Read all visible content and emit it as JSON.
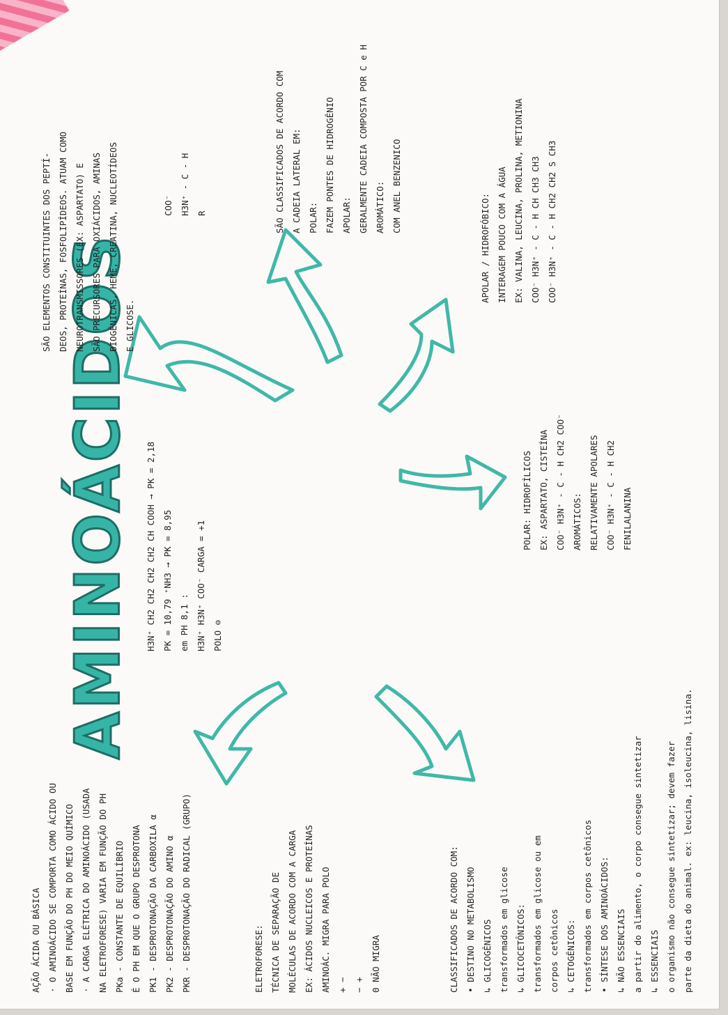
{
  "title": "AMINOÁCIDOS",
  "definition": [
    "SÃO ELEMENTOS CONSTITUINTES DOS PEPTÍ-",
    "DEOS, PROTEÍNAS, FOSFOLIPÍDEOS. ATUAM COMO",
    "NEUROTRANSMISSORES (EX: ASPARTATO) E",
    "SÃO PRECURSORES PARA OXIÁCIDOS, AMINAS",
    "BIOGÊNICAS, HEME, CREATINA, NUCLEOTÍDEOS",
    "E GLICOSE."
  ],
  "formula_general": [
    "COO⁻",
    "H3N⁺ - C - H",
    "R"
  ],
  "classification": [
    "SÃO CLASSIFICADOS DE ACORDO COM",
    "A CADEIA LATERAL EM:",
    "POLAR:",
    "FAZEM PONTES DE HIDROGÊNIO",
    "APOLAR:",
    "GERALMENTE CADEIA COMPOSTA POR C e H",
    "AROMÁTICO:",
    "COM ANEL BENZENICO"
  ],
  "apolar": [
    "APOLAR / HIDROFÓBICO:",
    "INTERAGEM POUCO COM A ÁGUA",
    "EX: VALINA, LEUCINA, PROLINA, METIONINA",
    "COO⁻   H3N⁺ - C - H   CH   CH3   CH3",
    "COO⁻   H3N⁺ - C - H   CH2   CH2   S   CH3",
    ""
  ],
  "polar": [
    "POLAR: HIDROFÍLICOS",
    "EX: ASPARTATO, CISTEÍNA",
    "COO⁻  H3N⁺ - C - H  CH2  COO⁻",
    "AROMÁTICOS:",
    "RELATIVAMENTE APOLARES",
    "COO⁻  H3N⁺ - C - H  CH2",
    "FENILALANINA",
    ""
  ],
  "pk_example": [
    "H3N⁺ CH2 CH2 CH2 CH2 CH COOH   → PK = 2,18",
    "PK = 10,79      ⁺NH3   → PK = 8,95",
    "em PH 8,1 :",
    "H3N⁺  H3N⁺  COO⁻  CARGA = +1",
    "POLO ⊖",
    ""
  ],
  "acid_base": [
    "AÇÃO ÁCIDA OU BÁSICA",
    "· O AMINOÁCIDO SE COMPORTA COMO ÁCIDO OU",
    "BASE EM FUNÇÃO DO PH DO MEIO QUÍMICO",
    "· A CARGA ELÉTRICA DO AMINOÁCIDO (USADA",
    "NA ELETROFORESE) VARIA EM FUNÇÃO DO PH",
    "PKa - CONSTANTE DE EQUILÍBRIO",
    "É O PH EM QUE O GRUPO DESPROTONA",
    "PK1 - DESPROTONAÇÃO DA CARBOXILA α",
    "PK2 - DESPROTONAÇÃO DO AMINO α",
    "PKR - DESPROTONAÇÃO DO RADICAL (GRUPO)"
  ],
  "electrophoresis": [
    "ELETROFORESE:",
    "TÉCNICA DE SEPARAÇÃO DE",
    "MOLÉCULAS DE ACORDO COM A CARGA",
    "EX: ÁCIDOS NUCLEICOS E PROTEÍNAS",
    "AMINOÁC.    MIGRA PARA POLO",
    "+            −",
    "−            +",
    "0         NÃO MIGRA"
  ],
  "metabolism": [
    "CLASSIFICADOS DE ACORDO COM:",
    "• DESTINO NO METABOLISMO",
    "↳ GLICOGÊNICOS",
    "transformados em glicose",
    "↳ GLICOCETÔNICOS:",
    "transformados em glicose ou em",
    "corpos cetônicos",
    "↳ CETOGÊNICOS:",
    "transformados em corpos cetônicos",
    "• SÍNTESE DOS AMINOÁCIDOS:",
    "↳ NÃO ESSENCIAIS",
    "a partir do alimento, o corpo consegue sintetizar",
    "↳ ESSENCIAIS",
    "o organismo não consegue sintetizar; devem fazer",
    "parte da dieta do animal. ex: leucina, isoleucina, lisina."
  ]
}
